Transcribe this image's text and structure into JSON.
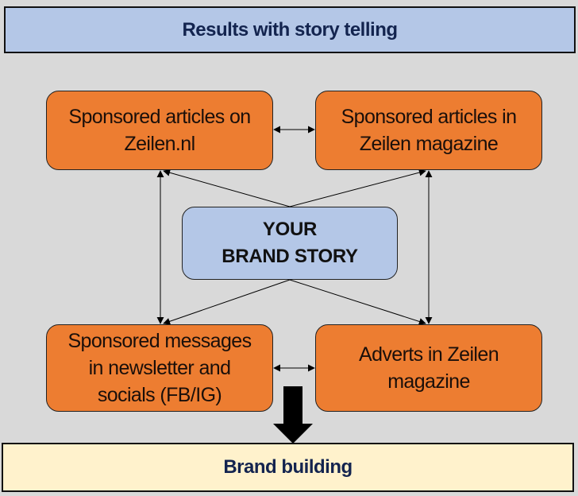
{
  "header": {
    "title": "Results with story telling"
  },
  "center": {
    "label": "YOUR\nBRAND STORY"
  },
  "nodes": {
    "top_left": "Sponsored articles on\nZeilen.nl",
    "top_right": "Sponsored articles  in\nZeilen magazine",
    "bottom_left": "Sponsored messages\nin newsletter and\nsocials (FB/IG)",
    "bottom_right": "Adverts in Zeilen\nmagazine"
  },
  "footer": {
    "title": "Brand building"
  },
  "colors": {
    "background": "#d9d9d9",
    "header_fill": "#b4c7e7",
    "footer_fill": "#fff2cc",
    "node_fill": "#ed7d31",
    "center_fill": "#b4c7e7",
    "heading_text": "#13244f"
  }
}
